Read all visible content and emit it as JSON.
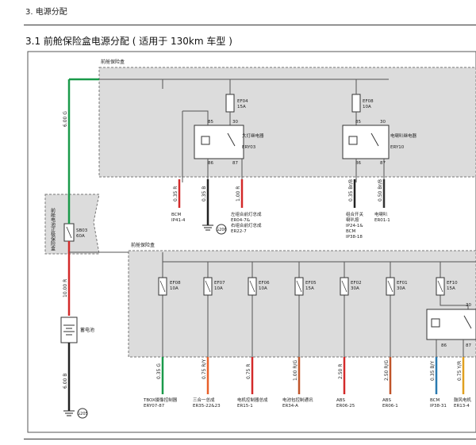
{
  "header": {
    "chapter": "3. 电源分配"
  },
  "section": {
    "title": "3.1 前舱保险盒电源分配 ( 适用于 130km 车型 )"
  },
  "boxes": {
    "upper": "前舱保险盒",
    "lower": "前舱保险盒",
    "left": "前舱电池正极保险盒"
  },
  "battery": {
    "label": "蓄电池"
  },
  "grounds": [
    "G206",
    "G205"
  ],
  "fuses": [
    {
      "name": "EF04",
      "rating": "15A"
    },
    {
      "name": "EF08",
      "rating": "10A"
    },
    {
      "name": "SB03",
      "rating": "60A"
    },
    {
      "name": "EF08",
      "rating": "10A"
    },
    {
      "name": "EF07",
      "rating": "10A"
    },
    {
      "name": "EF06",
      "rating": "10A"
    },
    {
      "name": "EF05",
      "rating": "15A"
    },
    {
      "name": "EF02",
      "rating": "30A"
    },
    {
      "name": "EF01",
      "rating": "30A"
    },
    {
      "name": "EF10",
      "rating": "15A"
    }
  ],
  "relays": [
    {
      "name": "大灯继电器",
      "code": "ERY03",
      "pins": [
        "85",
        "30",
        "86",
        "87"
      ]
    },
    {
      "name": "电喇叭继电器",
      "code": "ERY10",
      "pins": [
        "85",
        "30",
        "86",
        "87"
      ]
    },
    {
      "pins": [
        "30",
        "86",
        "87"
      ]
    }
  ],
  "wires": [
    {
      "spec": "6.00 G",
      "color": "#1a9a4a"
    },
    {
      "spec": "10.00 R",
      "color": "#d32a2a"
    },
    {
      "spec": "6.00 B",
      "color": "#222222"
    },
    {
      "spec": "0.35 R",
      "color": "#d32a2a"
    },
    {
      "spec": "0.35 B",
      "color": "#222222"
    },
    {
      "spec": "1.00 R",
      "color": "#d32a2a"
    },
    {
      "spec": "0.35 Br/B",
      "color": "#222222"
    },
    {
      "spec": "0.50 Br/B",
      "color": "#333333"
    },
    {
      "spec": "0.35 G",
      "color": "#1a9a4a"
    },
    {
      "spec": "0.75 R/Y",
      "color": "#e8602a"
    },
    {
      "spec": "0.75 R",
      "color": "#d32a2a"
    },
    {
      "spec": "1.00 R/G",
      "color": "#c0552a"
    },
    {
      "spec": "2.50 R",
      "color": "#d32a2a"
    },
    {
      "spec": "2.50 R/G",
      "color": "#c0552a"
    },
    {
      "spec": "0.35 B/Y",
      "color": "#2a7ab0"
    },
    {
      "spec": "0.75 Y/R",
      "color": "#e0a020"
    }
  ],
  "loads": [
    {
      "lines": [
        "BCM",
        "IP41-4"
      ]
    },
    {
      "lines": [
        "左组合前灯总成",
        "ER04-7&",
        "右组合前灯总成",
        "ER22-7"
      ]
    },
    {
      "lines": [
        "组合开关",
        "喇叭按",
        "IP24-1&",
        "BCM",
        "IP38-18"
      ]
    },
    {
      "lines": [
        "电喇叭",
        "ER01-1"
      ]
    },
    {
      "lines": [
        "TBOX摄像控制器",
        "ERY07-87"
      ]
    },
    {
      "lines": [
        "三合一总成",
        "ER35-22&23"
      ]
    },
    {
      "lines": [
        "电机控制器总成",
        "ER15-1"
      ]
    },
    {
      "lines": [
        "电池包控制通讯",
        "ER34-A"
      ]
    },
    {
      "lines": [
        "ABS",
        "ER06-25"
      ]
    },
    {
      "lines": [
        "ABS",
        "ER06-1"
      ]
    },
    {
      "lines": [
        "BCM",
        "IP38-31"
      ]
    },
    {
      "lines": [
        "鼓风电机",
        "ER13-4"
      ]
    }
  ],
  "colors": {
    "box_fill": "#dcdcdc",
    "red": "#d32a2a",
    "green": "#1a9a4a",
    "black": "#222222"
  }
}
